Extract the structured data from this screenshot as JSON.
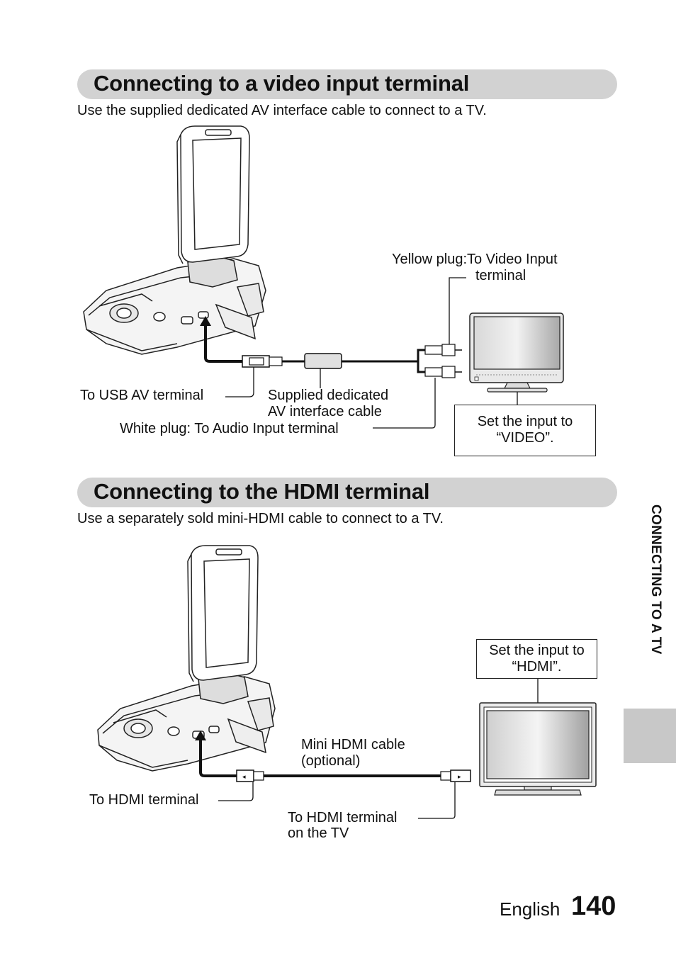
{
  "section1": {
    "title": "Connecting to a video input terminal",
    "intro": "Use the supplied dedicated AV interface cable to connect to a TV.",
    "labels": {
      "yellow_plug_line1": "Yellow plug:To Video Input",
      "yellow_plug_line2": "terminal",
      "usb_av": "To USB AV terminal",
      "cable_line1": "Supplied dedicated",
      "cable_line2": "AV interface cable",
      "white_plug": "White plug: To Audio Input terminal",
      "set_input_line1": "Set the input to",
      "set_input_line2": "“VIDEO”."
    }
  },
  "section2": {
    "title": "Connecting to the HDMI terminal",
    "intro": "Use a separately sold mini-HDMI cable to connect to a TV.",
    "labels": {
      "set_input_line1": "Set the input to",
      "set_input_line2": "“HDMI”.",
      "cable_line1": "Mini HDMI cable",
      "cable_line2": "(optional)",
      "hdmi_terminal": "To HDMI terminal",
      "tv_terminal_line1": "To HDMI terminal",
      "tv_terminal_line2": "on the TV"
    }
  },
  "side_tab": {
    "label": "CONNECTING TO A TV"
  },
  "footer": {
    "language": "English",
    "page_number": "140"
  }
}
